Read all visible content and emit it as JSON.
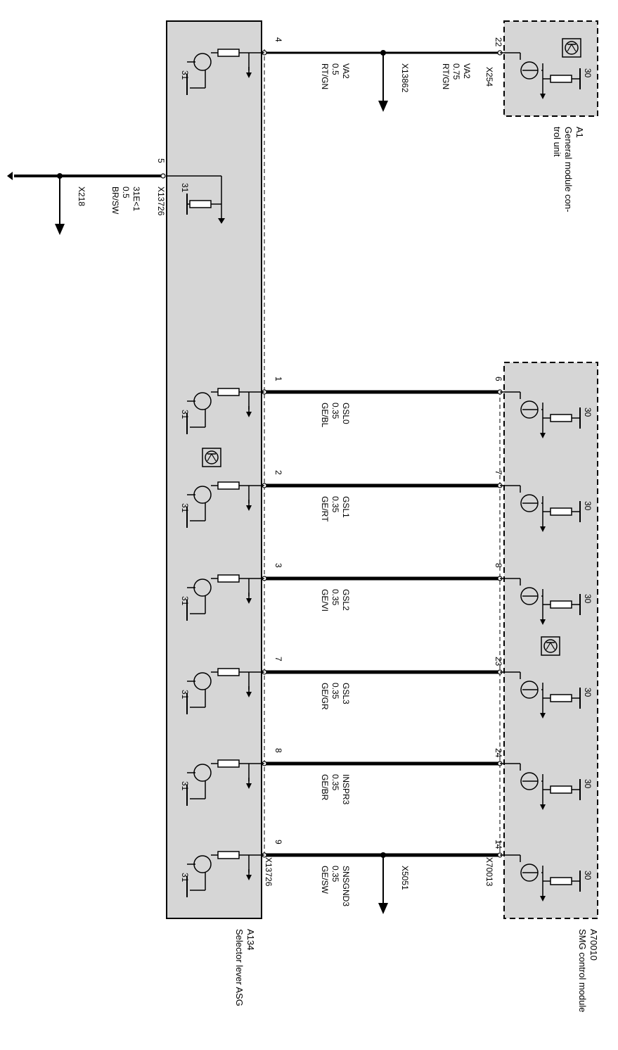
{
  "colors": {
    "module_fill": "#d6d6d6",
    "line": "#000000"
  },
  "general_module": {
    "id": "A1",
    "name_lines": [
      "General module con-",
      "trol unit"
    ],
    "connector": "X254",
    "ground_label": "30",
    "symbol": "transistor-icon",
    "pin": "22"
  },
  "smg_module": {
    "id": "A70010",
    "name": "SMG control module",
    "connector": "X70013",
    "ground_label": "30",
    "symbol": "transistor-icon",
    "pins": [
      "6",
      "7",
      "8",
      "23",
      "24",
      "14"
    ]
  },
  "selector_module": {
    "id": "A134",
    "name": "Selector lever ASG",
    "connector": "X13726",
    "ground_label": "31",
    "symbol": "transistor-icon",
    "pins": [
      "4",
      "1",
      "2",
      "3",
      "7",
      "8",
      "9"
    ],
    "extra_pin": "5",
    "extra_connector": "X13726",
    "extra_ground_label": "31"
  },
  "wires": [
    {
      "from_pin": "22",
      "to_pin": "4",
      "signal": "VA2",
      "gauge": "0.75",
      "color": "RT/GN",
      "splice": "X13862",
      "after_splice": {
        "signal": "VA2",
        "gauge": "0.5",
        "color": "RT/GN"
      }
    },
    {
      "from_pin": "6",
      "to_pin": "1",
      "signal": "GSL0",
      "gauge": "0.35",
      "color": "GE/BL"
    },
    {
      "from_pin": "7",
      "to_pin": "2",
      "signal": "GSL1",
      "gauge": "0.35",
      "color": "GE/RT"
    },
    {
      "from_pin": "8",
      "to_pin": "3",
      "signal": "GSL2",
      "gauge": "0.35",
      "color": "GE/VI"
    },
    {
      "from_pin": "23",
      "to_pin": "7",
      "signal": "GSL3",
      "gauge": "0.35",
      "color": "GE/GR"
    },
    {
      "from_pin": "24",
      "to_pin": "8",
      "signal": "INSPR3",
      "gauge": "0.35",
      "color": "GE/BR"
    },
    {
      "from_pin": "14",
      "to_pin": "9",
      "signal": "SNSGND3",
      "gauge": "0.35",
      "color": "GE/SW",
      "splice": "X5051"
    }
  ],
  "ground_wire": {
    "pin": "5",
    "signal": "31E<1",
    "gauge": "0.5",
    "color": "BR/SW",
    "splice": "X218"
  }
}
